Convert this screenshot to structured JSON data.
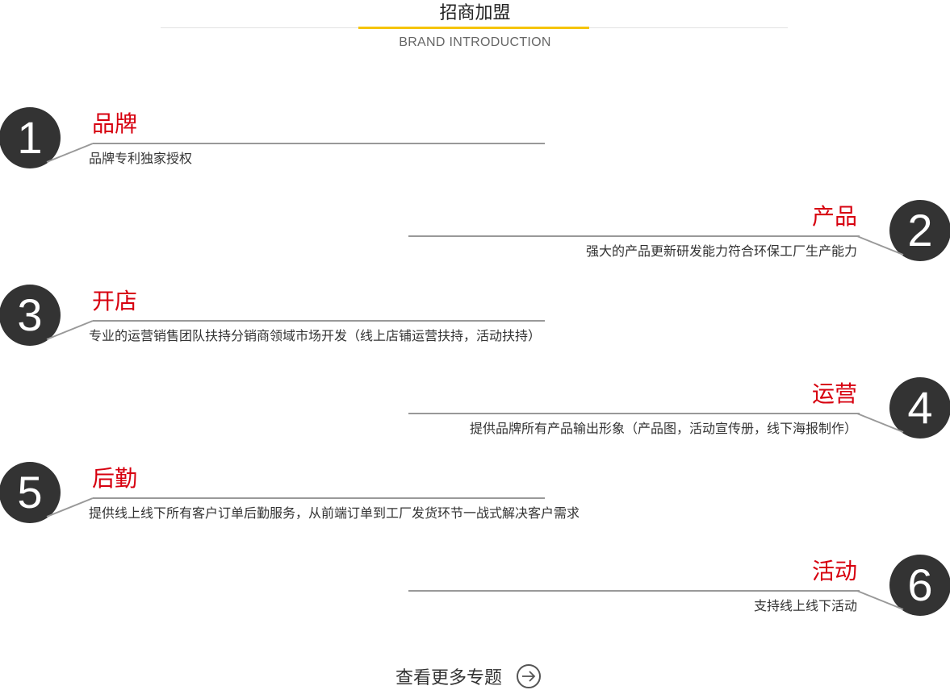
{
  "header": {
    "title": "招商加盟",
    "subtitle": "BRAND INTRODUCTION",
    "accent_color": "#f5c400"
  },
  "steps": [
    {
      "number": "1",
      "title": "品牌",
      "desc": "品牌专利独家授权"
    },
    {
      "number": "2",
      "title": "产品",
      "desc": "强大的产品更新研发能力符合环保工厂生产能力"
    },
    {
      "number": "3",
      "title": "开店",
      "desc": "专业的运营销售团队扶持分销商领域市场开发（线上店铺运营扶持，活动扶持）"
    },
    {
      "number": "4",
      "title": "运营",
      "desc": "提供品牌所有产品输出形象（产品图，活动宣传册，线下海报制作）"
    },
    {
      "number": "5",
      "title": "后勤",
      "desc": "提供线上线下所有客户订单后勤服务，从前端订单到工厂发货环节一战式解决客户需求"
    },
    {
      "number": "6",
      "title": "活动",
      "desc": "支持线上线下活动"
    }
  ],
  "colors": {
    "title_red": "#d7000f",
    "circle_dark": "#333333",
    "line_gray": "#999999"
  },
  "footer": {
    "more_label": "查看更多专题",
    "more_icon": "arrow-right-circle-icon"
  }
}
